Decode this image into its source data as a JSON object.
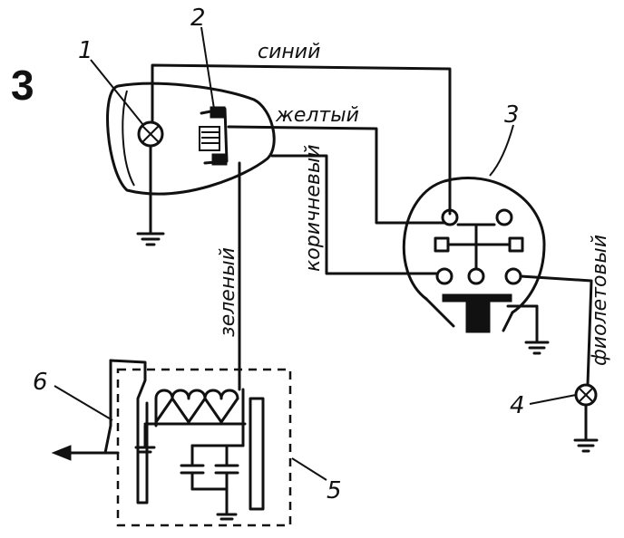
{
  "figure_number": "3",
  "callouts": [
    "1",
    "2",
    "3",
    "4",
    "5",
    "6"
  ],
  "wires": {
    "blue": "синий",
    "yellow": "желтый",
    "brown": "коричневый",
    "green": "зеленый",
    "violet": "фиолетовый"
  }
}
